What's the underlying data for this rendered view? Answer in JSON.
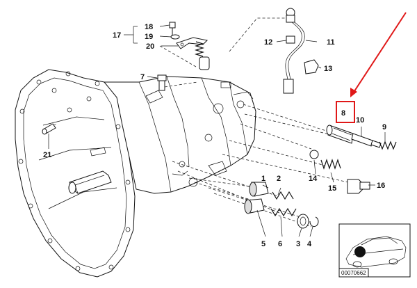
{
  "diagram": {
    "highlight_color": "#e01818",
    "highlighted_part": "8",
    "inset_code": "00070662",
    "callouts": {
      "c1": "1",
      "c2": "2",
      "c3": "3",
      "c4": "4",
      "c5": "5",
      "c6": "6",
      "c7": "7",
      "c8": "8",
      "c9": "9",
      "c10": "10",
      "c11": "11",
      "c12": "12",
      "c13": "13",
      "c14": "14",
      "c15": "15",
      "c16": "16",
      "c17": "17",
      "c18": "18",
      "c19": "19",
      "c20": "20",
      "c21": "21"
    }
  }
}
